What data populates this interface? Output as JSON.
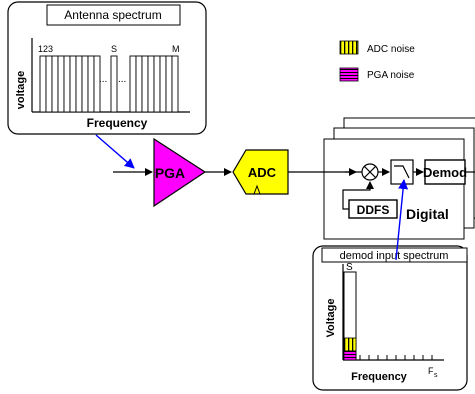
{
  "antenna_spectrum": {
    "title": "Antenna spectrum",
    "ylabel": "voltage",
    "xlabel": "Frequency",
    "channel_labels": {
      "first": "123",
      "signal": "S",
      "last": "M"
    },
    "ellipsis": "..."
  },
  "legend": {
    "items": [
      {
        "label": "ADC noise",
        "swatch": "yellow-vertical-stripes",
        "color": "#ffff00"
      },
      {
        "label": "PGA noise",
        "swatch": "magenta-horizontal-stripes",
        "color": "#ff00ff"
      }
    ]
  },
  "blocks": {
    "pga": {
      "label": "PGA",
      "color": "#ff00ff"
    },
    "adc": {
      "label": "ADC",
      "color": "#ffff00"
    },
    "demod": {
      "label": "Demod"
    },
    "ddfs": {
      "label": "DDFS"
    },
    "digital": {
      "label": "Digital"
    }
  },
  "demod_spectrum": {
    "title": "demod input spectrum",
    "ylabel": "Voltage",
    "xlabel": "Frequency",
    "signal_label": "S",
    "fs_label": "F",
    "fs_sub": "s"
  },
  "colors": {
    "arrow_blue": "#0000ff",
    "outline": "#000000"
  }
}
